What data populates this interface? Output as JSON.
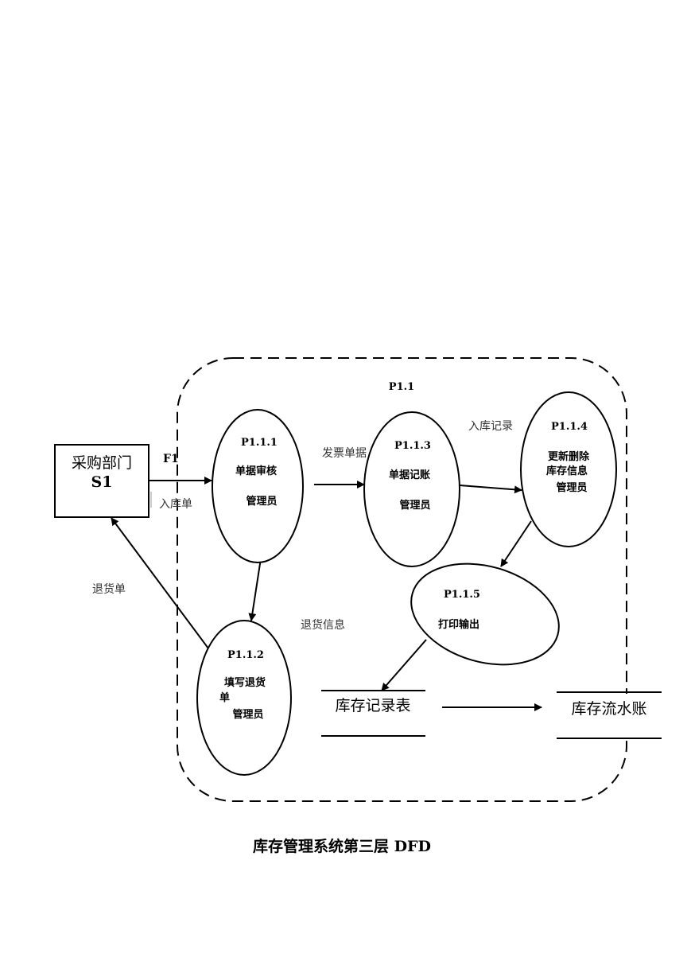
{
  "diagram": {
    "caption": "库存管理系统第三层 DFD",
    "boundary_label": "P1.1",
    "external_entity": {
      "name": "采购部门",
      "id": "S1"
    },
    "processes": [
      {
        "id": "P1.1.1",
        "lines": [
          "单据审核",
          "管理员"
        ]
      },
      {
        "id": "P1.1.2",
        "lines": [
          "填写退货",
          "单",
          "管理员"
        ]
      },
      {
        "id": "P1.1.3",
        "lines": [
          "单据记账",
          "管理员"
        ]
      },
      {
        "id": "P1.1.4",
        "lines": [
          "更新删除",
          "库存信息",
          "管理员"
        ]
      },
      {
        "id": "P1.1.5",
        "lines": [
          "打印输出"
        ]
      }
    ],
    "data_stores": [
      {
        "name": "库存记录表"
      },
      {
        "name": "库存流水账"
      }
    ],
    "flows": {
      "f1_id": "F1",
      "inbound": "入库单",
      "invoice": "发票单据",
      "stock_in_record": "入库记录",
      "return_info": "退货信息",
      "return_slip": "退货单"
    }
  }
}
